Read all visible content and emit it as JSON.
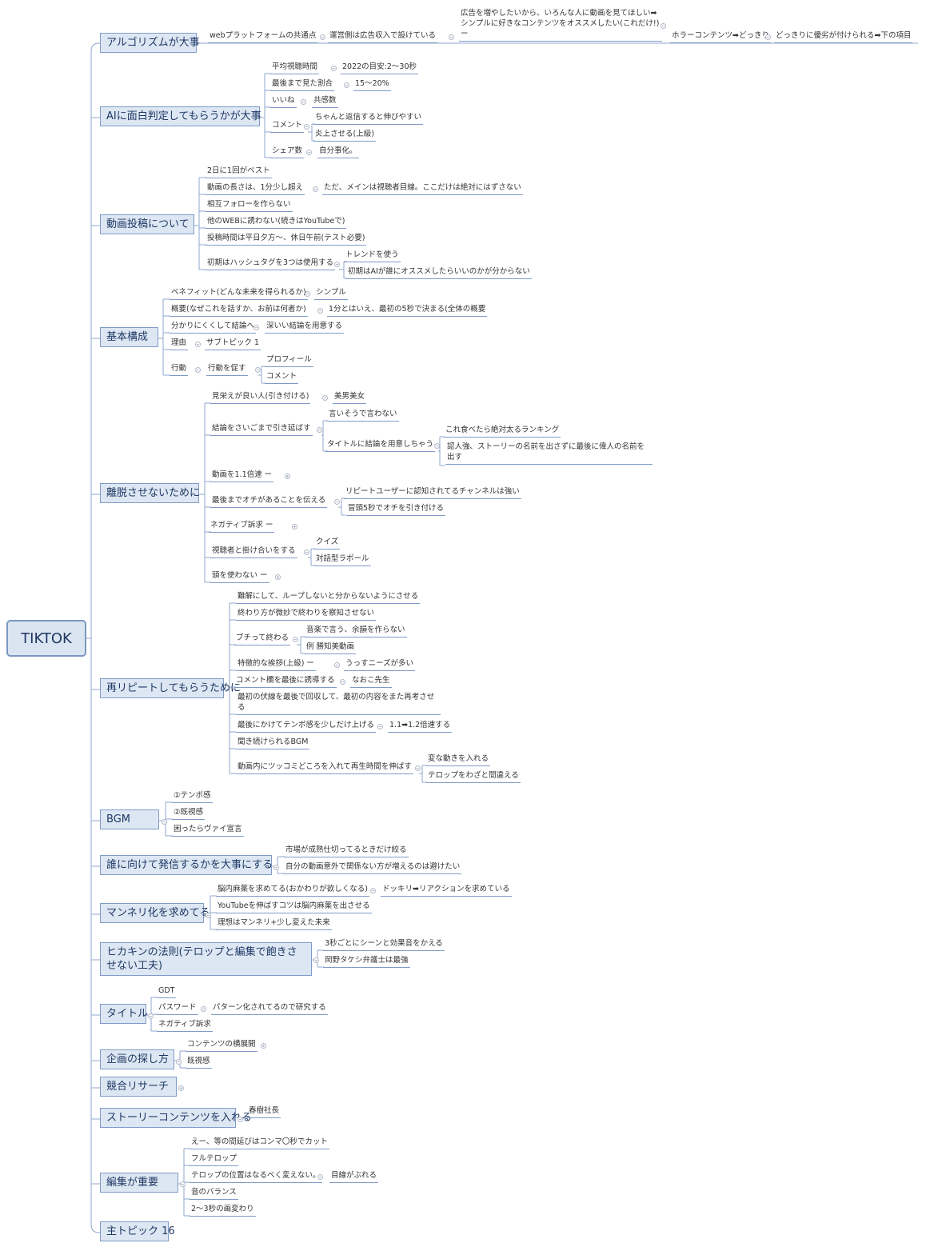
{
  "root": "TIKTOK",
  "topics": {
    "t1": "アルゴリズムが大事",
    "t2": "AIに面白判定してもらうかが大事",
    "t3": "動画投稿について",
    "t4": "基本構成",
    "t5": "離脱させないために",
    "t6": "再リピートしてもらうために",
    "t7": "BGM",
    "t8": "誰に向けて発信するかを大事にする",
    "t9": "マンネリ化を求めてる",
    "t10": "ヒカキンの法則(テロップと編集で飽きさせない工夫)",
    "t11": "タイトル",
    "t12": "企画の探し方",
    "t13": "競合リサーチ",
    "t14": "ストーリーコンテンツを入れる",
    "t15": "編集が重要",
    "t16": "主トピック 16"
  },
  "subs": {
    "a1": "webプラットフォームの共通点",
    "a2": "運営側は広告収入で設けている",
    "a3": "広告を増やしたいから、いろんな人に動画を見てほしい➡シンプルに好きなコンテンツをオススメしたい(これだけ!)ー",
    "a4": "ホラーコンテンツ➡どっきり",
    "a5": "どっきりに優劣が付けられる➡下の項目",
    "b1": "平均視聴時間",
    "b1a": "2022の目安:2〜30秒",
    "b2": "最後まで見た割合",
    "b2a": "15〜20%",
    "b3": "いいね",
    "b3a": "共感数",
    "b4": "コメント",
    "b4a": "ちゃんと返信すると伸びやすい",
    "b4b": "炎上させる(上級)",
    "b5": "シェア数",
    "b5a": "自分事化。",
    "c1": "2日に1回がベスト",
    "c2": "動画の長さは、1分少し超え",
    "c2a": "ただ、メインは視聴者目線。ここだけは絶対にはずさない",
    "c3": "相互フォローを作らない",
    "c4": "他のWEBに誘わない(続きはYouTubeで)",
    "c5": "投稿時間は平日夕方〜、休日午前(テスト必要)",
    "c6": "初期はハッシュタグを3つは使用する",
    "c6a": "トレンドを使う",
    "c6b": "初期はAIが誰にオススメしたらいいのかが分からない",
    "d1": "ベネフィット(どんな未来を得られるか)",
    "d1a": "シンプル",
    "d2": "概要(なぜこれを話すか、お前は何者か)",
    "d2a": "1分とはいえ、最初の5秒で決まる(全体の概要",
    "d3": "分かりにくくして結論へ",
    "d3a": "深いい結論を用意する",
    "d4": "理由",
    "d4a": "サブトピック 1",
    "d5": "行動",
    "d5a": "行動を促す",
    "d5b": "プロフィール",
    "d5c": "コメント",
    "e1": "見栄えが良い人(引き付ける)",
    "e1a": "美男美女",
    "e2": "結論をさいごまで引き延ばす",
    "e2a": "言いそうで言わない",
    "e2b": "タイトルに結論を用意しちゃう",
    "e2c": "これ食べたら絶対太るランキング",
    "e2d": "認人強、ストーリーの名前を出さずに最後に偉人の名前を出す",
    "e3": "動画を1.1倍速 ー",
    "e4": "最後までオチがあることを伝える",
    "e4a": "リピートユーザーに認知されてるチャンネルは強い",
    "e4b": "冒頭5秒でオチを引き付ける",
    "e5": "ネガティブ訴求 ー",
    "e6": "視聴者と掛け合いをする",
    "e6a": "クイズ",
    "e6b": "対話型ラポール",
    "e7": "頭を使わない ー",
    "f1": "難解にして、ループしないと分からないようにさせる",
    "f2": "終わり方が微妙で終わりを察知させない",
    "f3": "ブチって終わる",
    "f3a": "音楽で言う、余韻を作らない",
    "f3b": "例 勝知美動画",
    "f4": "特徴的な挨拶(上級) ー",
    "f4a": "うっすニーズが多い",
    "f5": "コメント欄を最後に誘導する",
    "f5a": "なおこ先生",
    "f6": "最初の伏線を最後で回収して、最初の内容をまた再考させる",
    "f7": "最後にかけてテンポ感を少しだけ上げる",
    "f7a": "1.1➡1.2倍速する",
    "f8": "聞き続けられるBGM",
    "f9": "動画内にツッコミどころを入れて再生時間を伸ばす",
    "f9a": "変な動きを入れる",
    "f9b": "テロップをわざと間違える",
    "g1": "①テンポ感",
    "g2": "②既視感",
    "g3": "困ったらヴァイ宣言",
    "h1": "市場が成熟仕切ってるときだけ絞る",
    "h2": "自分の動画意外で関係ない方が増えるのは避けたい",
    "i1": "脳内麻薬を求めてる(おかわりが欲しくなる)",
    "i1a": "ドッキリ➡リアクションを求めている",
    "i2": "YouTubeを伸ばすコツは脳内麻薬を出させる",
    "i3": "理想はマンネリ+少し変えた未来",
    "j1": "3秒ごとにシーンと効果音をかえる",
    "j2": "岡野タケシ弁護士は最強",
    "k1": "GDT",
    "k2": "パスワード",
    "k2a": "パターン化されてるので研究する",
    "k3": "ネガティブ訴求",
    "l1": "コンテンツの横展開",
    "l2": "既視感",
    "n1": "春樹社長",
    "o1": "えー、等の間延びはコンマ〇秒でカット",
    "o2": "フルテロップ",
    "o3": "テロップの位置はなるべく変えない。",
    "o3a": "目線がぶれる",
    "o4": "音のバランス",
    "o5": "2〜3秒の画変わり"
  },
  "colors": {
    "topic_fill": "#dde7f3",
    "topic_border": "#7f9bc6",
    "line": "#8fa7cc",
    "text": "#1f3864"
  }
}
